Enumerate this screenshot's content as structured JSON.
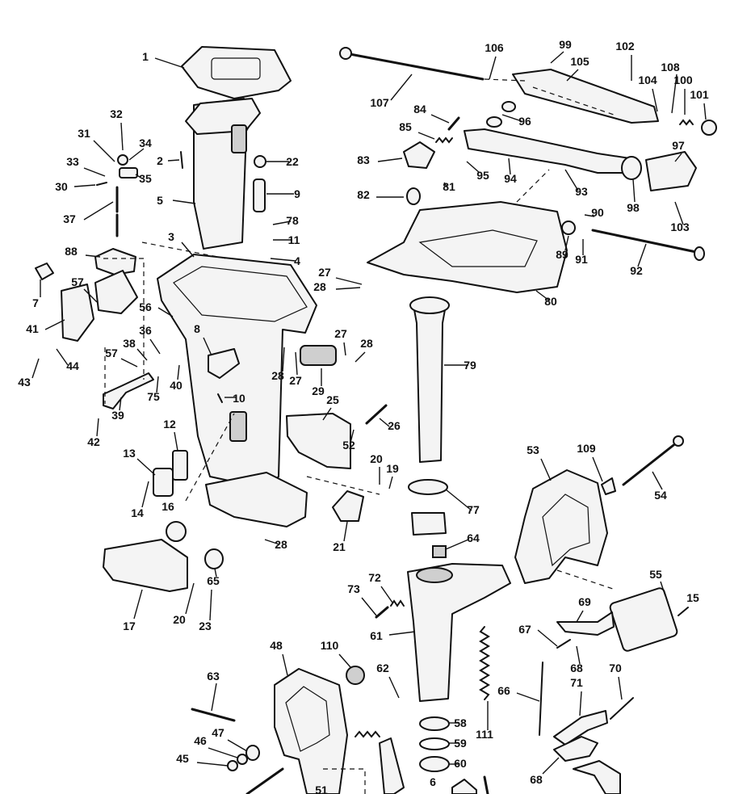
{
  "diagram": {
    "type": "exploded-parts-diagram",
    "callouts": [
      {
        "id": "c1",
        "label": "1"
      },
      {
        "id": "c2",
        "label": "2"
      },
      {
        "id": "c3",
        "label": "3"
      },
      {
        "id": "c4",
        "label": "4"
      },
      {
        "id": "c5",
        "label": "5"
      },
      {
        "id": "c6",
        "label": "6"
      },
      {
        "id": "c7",
        "label": "7"
      },
      {
        "id": "c8",
        "label": "8"
      },
      {
        "id": "c9",
        "label": "9"
      },
      {
        "id": "c10",
        "label": "10"
      },
      {
        "id": "c11",
        "label": "11"
      },
      {
        "id": "c12",
        "label": "12"
      },
      {
        "id": "c13",
        "label": "13"
      },
      {
        "id": "c14",
        "label": "14"
      },
      {
        "id": "c15",
        "label": "15"
      },
      {
        "id": "c16",
        "label": "16"
      },
      {
        "id": "c17",
        "label": "17"
      },
      {
        "id": "c19",
        "label": "19"
      },
      {
        "id": "c20a",
        "label": "20"
      },
      {
        "id": "c20b",
        "label": "20"
      },
      {
        "id": "c21",
        "label": "21"
      },
      {
        "id": "c22",
        "label": "22"
      },
      {
        "id": "c23",
        "label": "23"
      },
      {
        "id": "c25",
        "label": "25"
      },
      {
        "id": "c26",
        "label": "26"
      },
      {
        "id": "c27a",
        "label": "27"
      },
      {
        "id": "c27b",
        "label": "27"
      },
      {
        "id": "c27c",
        "label": "27"
      },
      {
        "id": "c28a",
        "label": "28"
      },
      {
        "id": "c28b",
        "label": "28"
      },
      {
        "id": "c28c",
        "label": "28"
      },
      {
        "id": "c28d",
        "label": "28"
      },
      {
        "id": "c29",
        "label": "29"
      },
      {
        "id": "c30",
        "label": "30"
      },
      {
        "id": "c31",
        "label": "31"
      },
      {
        "id": "c32",
        "label": "32"
      },
      {
        "id": "c33",
        "label": "33"
      },
      {
        "id": "c34",
        "label": "34"
      },
      {
        "id": "c35",
        "label": "35"
      },
      {
        "id": "c36",
        "label": "36"
      },
      {
        "id": "c37",
        "label": "37"
      },
      {
        "id": "c38",
        "label": "38"
      },
      {
        "id": "c39",
        "label": "39"
      },
      {
        "id": "c40",
        "label": "40"
      },
      {
        "id": "c41",
        "label": "41"
      },
      {
        "id": "c42",
        "label": "42"
      },
      {
        "id": "c43",
        "label": "43"
      },
      {
        "id": "c44",
        "label": "44"
      },
      {
        "id": "c45",
        "label": "45"
      },
      {
        "id": "c46",
        "label": "46"
      },
      {
        "id": "c47",
        "label": "47"
      },
      {
        "id": "c48",
        "label": "48"
      },
      {
        "id": "c51",
        "label": "51"
      },
      {
        "id": "c52",
        "label": "52"
      },
      {
        "id": "c53",
        "label": "53"
      },
      {
        "id": "c54",
        "label": "54"
      },
      {
        "id": "c55",
        "label": "55"
      },
      {
        "id": "c56",
        "label": "56"
      },
      {
        "id": "c57a",
        "label": "57"
      },
      {
        "id": "c57b",
        "label": "57"
      },
      {
        "id": "c58",
        "label": "58"
      },
      {
        "id": "c59",
        "label": "59"
      },
      {
        "id": "c60",
        "label": "60"
      },
      {
        "id": "c61",
        "label": "61"
      },
      {
        "id": "c62",
        "label": "62"
      },
      {
        "id": "c63",
        "label": "63"
      },
      {
        "id": "c64",
        "label": "64"
      },
      {
        "id": "c65",
        "label": "65"
      },
      {
        "id": "c66",
        "label": "66"
      },
      {
        "id": "c67",
        "label": "67"
      },
      {
        "id": "c68a",
        "label": "68"
      },
      {
        "id": "c68b",
        "label": "68"
      },
      {
        "id": "c69",
        "label": "69"
      },
      {
        "id": "c70",
        "label": "70"
      },
      {
        "id": "c71",
        "label": "71"
      },
      {
        "id": "c72",
        "label": "72"
      },
      {
        "id": "c73",
        "label": "73"
      },
      {
        "id": "c75",
        "label": "75"
      },
      {
        "id": "c77",
        "label": "77"
      },
      {
        "id": "c78",
        "label": "78"
      },
      {
        "id": "c79",
        "label": "79"
      },
      {
        "id": "c80",
        "label": "80"
      },
      {
        "id": "c81",
        "label": "81"
      },
      {
        "id": "c82",
        "label": "82"
      },
      {
        "id": "c83",
        "label": "83"
      },
      {
        "id": "c84",
        "label": "84"
      },
      {
        "id": "c85",
        "label": "85"
      },
      {
        "id": "c88",
        "label": "88"
      },
      {
        "id": "c89",
        "label": "89"
      },
      {
        "id": "c90",
        "label": "90"
      },
      {
        "id": "c91",
        "label": "91"
      },
      {
        "id": "c92",
        "label": "92"
      },
      {
        "id": "c93",
        "label": "93"
      },
      {
        "id": "c94",
        "label": "94"
      },
      {
        "id": "c95",
        "label": "95"
      },
      {
        "id": "c96",
        "label": "96"
      },
      {
        "id": "c97",
        "label": "97"
      },
      {
        "id": "c98",
        "label": "98"
      },
      {
        "id": "c99",
        "label": "99"
      },
      {
        "id": "c100",
        "label": "100"
      },
      {
        "id": "c101",
        "label": "101"
      },
      {
        "id": "c102",
        "label": "102"
      },
      {
        "id": "c103",
        "label": "103"
      },
      {
        "id": "c104",
        "label": "104"
      },
      {
        "id": "c105",
        "label": "105"
      },
      {
        "id": "c106",
        "label": "106"
      },
      {
        "id": "c107",
        "label": "107"
      },
      {
        "id": "c108",
        "label": "108"
      },
      {
        "id": "c109",
        "label": "109"
      },
      {
        "id": "c110",
        "label": "110"
      },
      {
        "id": "c111",
        "label": "111"
      }
    ]
  }
}
